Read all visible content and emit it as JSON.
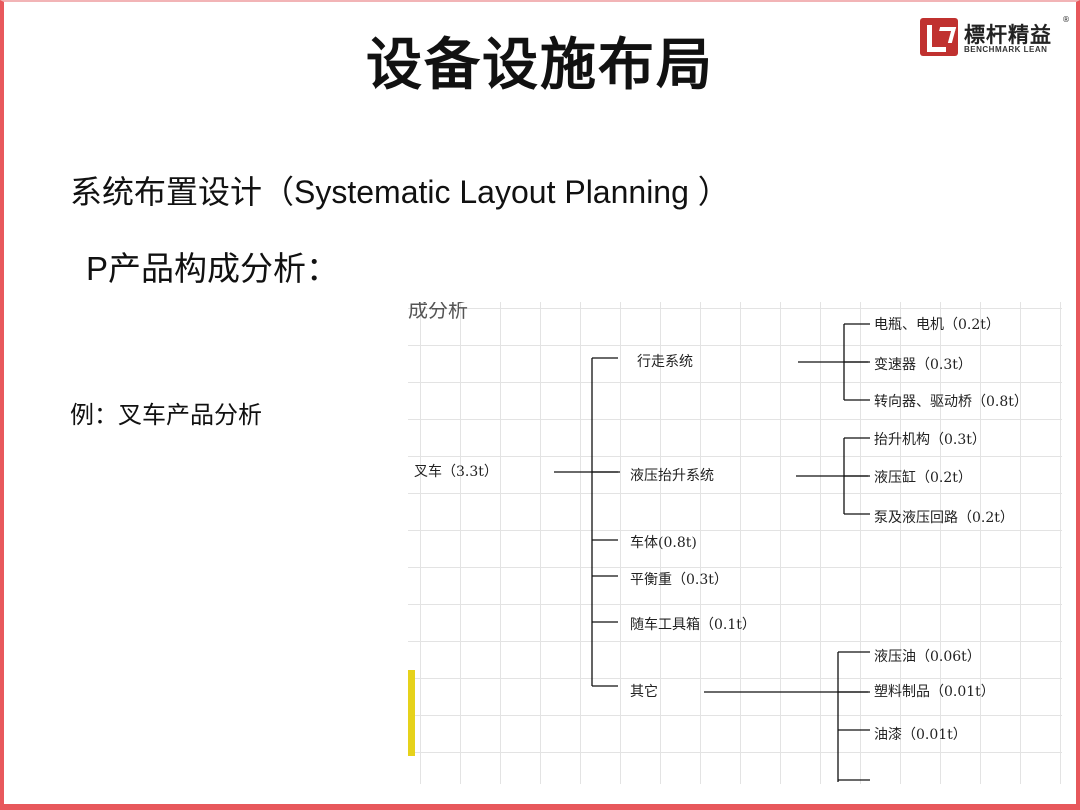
{
  "slide": {
    "title": "设备设施布局",
    "logo": {
      "cn": "標杆精益",
      "reg": "®",
      "en": "BENCHMARK LEAN"
    },
    "subtitle": "系统布置设计（Systematic Layout Planning ）",
    "p_line": "P产品构成分析：",
    "example": "例：叉车产品分析"
  },
  "diagram": {
    "cut_heading": "成分析",
    "root": "叉车（3.3t）",
    "groups": [
      {
        "label": "行走系统",
        "children": [
          "电瓶、电机（0.2t）",
          "变速器（0.3t）",
          "转向器、驱动桥（0.8t）"
        ]
      },
      {
        "label": "液压抬升系统",
        "children": [
          "抬升机构（0.3t）",
          "液压缸（0.2t）",
          "泵及液压回路（0.2t）"
        ]
      },
      {
        "label": "车体(0.8t)",
        "children": []
      },
      {
        "label": "平衡重（0.3t）",
        "children": []
      },
      {
        "label": "随车工具箱（0.1t）",
        "children": []
      },
      {
        "label": "其它",
        "children": [
          "液压油（0.06t）",
          "塑料制品（0.01t）",
          "油漆（0.01t）"
        ]
      }
    ]
  },
  "colors": {
    "border": "#e8585c",
    "logo_red": "#c0312f",
    "grid": "#e3e3e3",
    "line": "#111111"
  }
}
